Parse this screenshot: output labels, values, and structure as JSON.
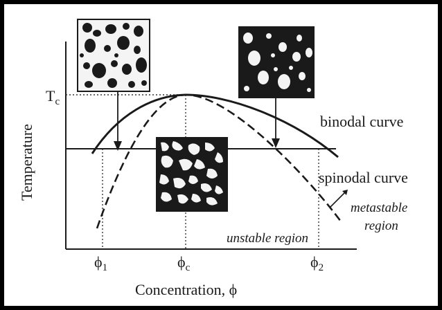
{
  "figure": {
    "y_axis_label": "Temperature",
    "x_axis_label": "Concentration, ϕ",
    "tc_label_main": "T",
    "tc_label_sub": "c",
    "phi1_main": "ϕ",
    "phi1_sub": "1",
    "phic_main": "ϕ",
    "phic_sub": "c",
    "phi2_main": "ϕ",
    "phi2_sub": "2",
    "binodal_label": "binodal curve",
    "spinodal_label": "spinodal curve",
    "metastable_line1": "metastable",
    "metastable_line2": "region",
    "unstable_label": "unstable region"
  },
  "colors": {
    "frame": "#000000",
    "ink": "#1a1a1a",
    "paper": "#ffffff",
    "panel_dark": "#1a1a1a"
  },
  "icons": {
    "droplets_left": "dark-droplets-in-light-matrix",
    "droplets_right": "light-droplets-in-dark-matrix",
    "bicontinuous": "spinodal-bicontinuous-pattern"
  }
}
